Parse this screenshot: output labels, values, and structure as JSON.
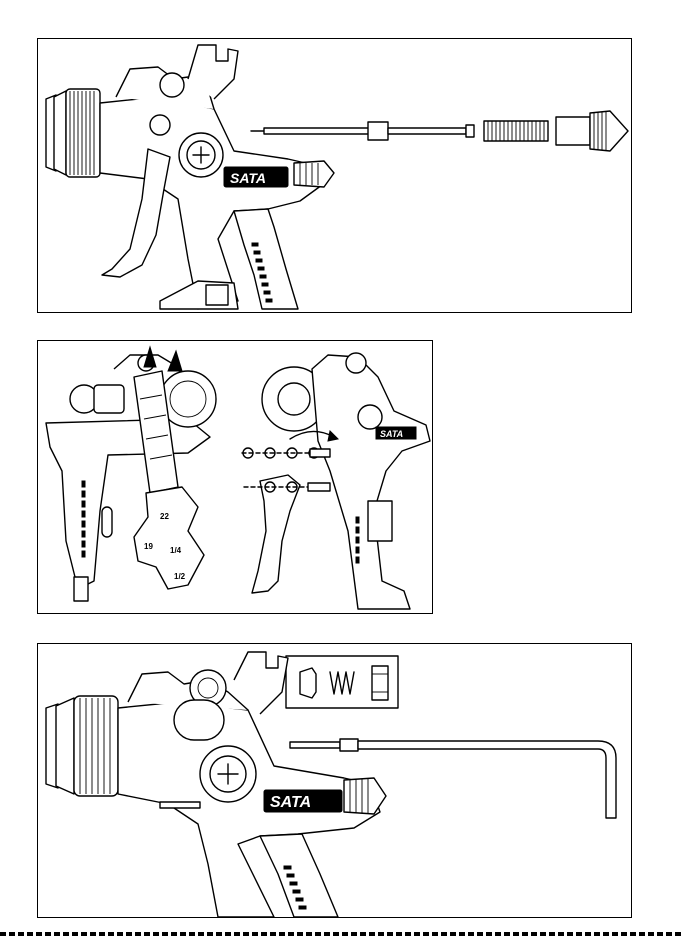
{
  "brand_logo": "SATA",
  "panels": {
    "top": {
      "parts": [
        "needle",
        "spring",
        "knurled-cap"
      ]
    },
    "middle": {
      "tool_labels": [
        "22",
        "19",
        "1/2",
        "1/4"
      ]
    },
    "bottom": {
      "parts": [
        "seal",
        "spring",
        "bushing",
        "hex-key"
      ]
    }
  },
  "icons": [
    "spray-gun-icon",
    "arrow-icon",
    "wrench-icon",
    "hex-key-icon"
  ]
}
